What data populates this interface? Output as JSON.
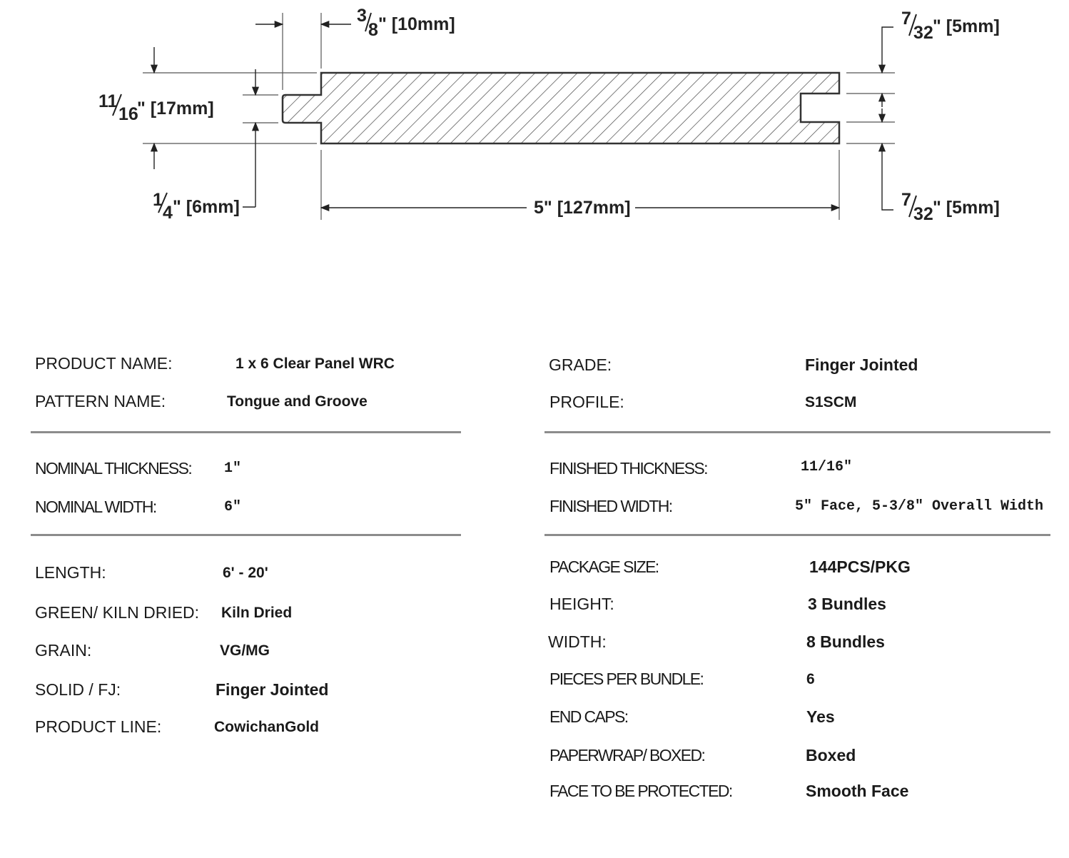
{
  "drawing": {
    "dims": {
      "tongue_length": {
        "frac_num": "3",
        "frac_den": "8",
        "label": "\" [10mm]"
      },
      "top_shoulder": {
        "frac_num": "7",
        "frac_den": "32",
        "label": "\" [5mm]"
      },
      "bottom_shoulder": {
        "frac_num": "7",
        "frac_den": "32",
        "label": "\" [5mm]"
      },
      "thickness": {
        "whole": "11",
        "frac_den": "16",
        "label": "\" [17mm]"
      },
      "tongue_thickness": {
        "whole": "1",
        "frac_den": "4",
        "label": "\" [6mm]"
      },
      "face_width": {
        "label": "5\" [127mm]"
      }
    }
  },
  "left": {
    "group1": [
      {
        "label": "PRODUCT NAME:",
        "value": "1 x 6 Clear Panel  WRC"
      },
      {
        "label": "PATTERN NAME:",
        "value": "Tongue and Groove"
      }
    ],
    "group2": [
      {
        "label": "NOMINAL THICKNESS:",
        "value": "1\""
      },
      {
        "label": "NOMINAL WIDTH:",
        "value": "6\""
      }
    ],
    "group3": [
      {
        "label": "LENGTH:",
        "value": "6' - 20'"
      },
      {
        "label": "GREEN/ KILN DRIED:",
        "value": "Kiln Dried"
      },
      {
        "label": "GRAIN:",
        "value": "VG/MG"
      },
      {
        "label": "SOLID / FJ:",
        "value": "Finger Jointed"
      },
      {
        "label": "PRODUCT LINE:",
        "value": "CowichanGold"
      }
    ]
  },
  "right": {
    "group1": [
      {
        "label": "GRADE:",
        "value": "Finger Jointed"
      },
      {
        "label": "PROFILE:",
        "value": "S1SCM"
      }
    ],
    "group2": [
      {
        "label": "FINISHED THICKNESS:",
        "value": "11/16\""
      },
      {
        "label": "FINISHED WIDTH:",
        "value": "5\" Face, 5-3/8\" Overall Width"
      }
    ],
    "group3": [
      {
        "label": "PACKAGE SIZE:",
        "value": "144PCS/PKG"
      },
      {
        "label": "HEIGHT:",
        "value": "3 Bundles"
      },
      {
        "label": "WIDTH:",
        "value": "8 Bundles"
      },
      {
        "label": "PIECES PER BUNDLE:",
        "value": "6"
      },
      {
        "label": "END CAPS:",
        "value": "Yes"
      },
      {
        "label": "PAPERWRAP/ BOXED:",
        "value": "Boxed"
      },
      {
        "label": "FACE TO BE PROTECTED:",
        "value": "Smooth Face"
      }
    ]
  }
}
